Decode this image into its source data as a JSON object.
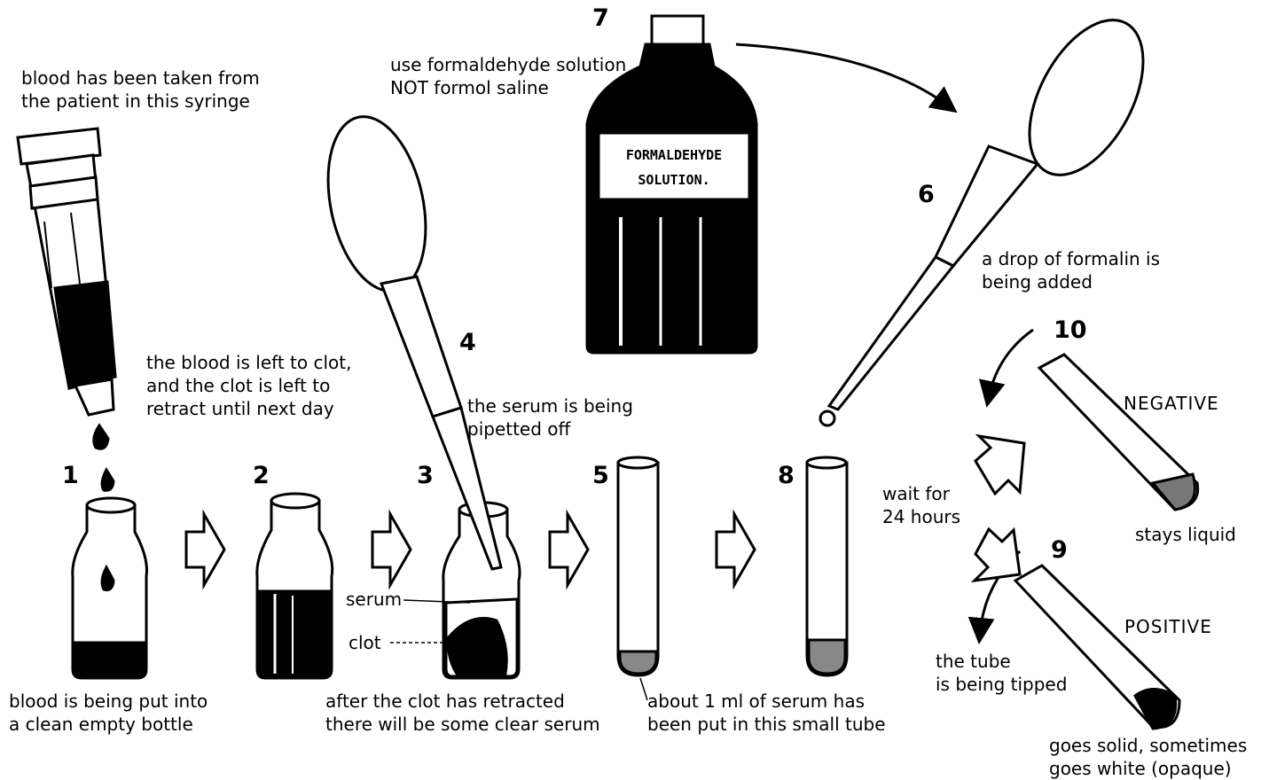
{
  "steps": {
    "s1": "1",
    "s2": "2",
    "s3": "3",
    "s4": "4",
    "s5": "5",
    "s6": "6",
    "s7": "7",
    "s8": "8",
    "s9": "9",
    "s10": "10"
  },
  "labels": {
    "syringe_note": "blood has been taken from\nthe patient in this syringe",
    "clot_note": "the blood is left to clot,\nand the clot is left to\nretract until next day",
    "formaldehyde_note": "use formaldehyde solution\nNOT formol saline",
    "pipette_note": "the serum is being\npipetted off",
    "formalin_drop": "a drop of formalin is\nbeing added",
    "negative": "NEGATIVE",
    "positive": "POSITIVE",
    "wait": "wait for\n24 hours",
    "stays_liquid": "stays liquid",
    "tipped": "the tube\nis being tipped",
    "serum": "serum",
    "clot": "clot",
    "bottom_1": "blood is being put into\na clean empty bottle",
    "bottom_3": "after the clot has retracted\nthere will be some clear serum",
    "bottom_5": "about 1 ml of serum has\nbeen put in this small tube",
    "solid": "goes solid, sometimes\ngoes white (opaque)",
    "bottle_text_1": "FORMALDEHYDE",
    "bottle_text_2": "SOLUTION."
  }
}
